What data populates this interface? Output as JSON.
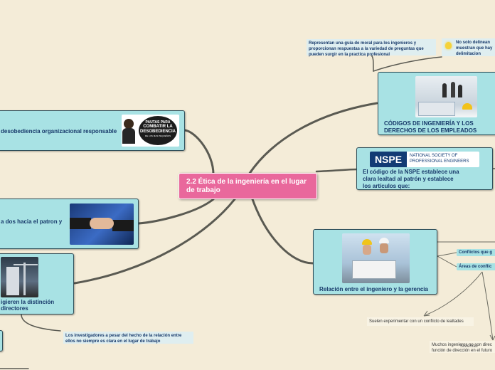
{
  "central": {
    "title": "2.2 Ética de la ingeniería en el lugar de trabajo"
  },
  "left_nodes": {
    "desobediencia": {
      "label": "desobediencia organizacional responsable",
      "image_text_1": "PAUTAS PARA",
      "image_text_2": "COMBATIR LA",
      "image_text_3": "DESOBEDIENCIA",
      "image_text_4": "DE LOS MAS PEQUEÑOS"
    },
    "patron": {
      "label": "a dos hacia el patron y"
    },
    "directores": {
      "label_1": "igieren la distinción",
      "label_2": "directores"
    }
  },
  "right_nodes": {
    "codigos": {
      "label": "CÓDIGOS DE INGENIERÍA Y LOS DERECHOS DE LOS EMPLEADOS",
      "note_1": "Representan una guía de moral para los ingenieros y proporcionan respuestas a la variedad de preguntas que pueden surgir en la practica profesional",
      "note_2": "No solo delinean muestran que hay delimitacion"
    },
    "nspe": {
      "logo_text": "NSPE",
      "logo_line_1": "NATIONAL SOCIETY OF",
      "logo_line_2": "PROFESSIONAL ENGINEERS",
      "label": "El código de la NSPE establece una clara lealtad al patrón y establece los artículos que:"
    },
    "relacion": {
      "label": "Relación entre el ingeniero y la gerencia",
      "tag_1": "Conflictos que g",
      "tag_2": "Áreas de conflic",
      "note_3": "Suelen experimentar con un conflicto de lealtades",
      "note_4": "Muchos ingenieros no son direc función de dirección en el futuro",
      "note_4_overlap": "Sistemas"
    }
  },
  "bottom_note": "Los investigadores a pesar del hecho de la relación entre ellos no siempre es clara en el lugar de trabajo",
  "colors": {
    "background": "#f4ecd8",
    "node": "#a8e2e4",
    "central": "#e9689c",
    "connector": "#5a5a52",
    "text": "#17396a"
  }
}
